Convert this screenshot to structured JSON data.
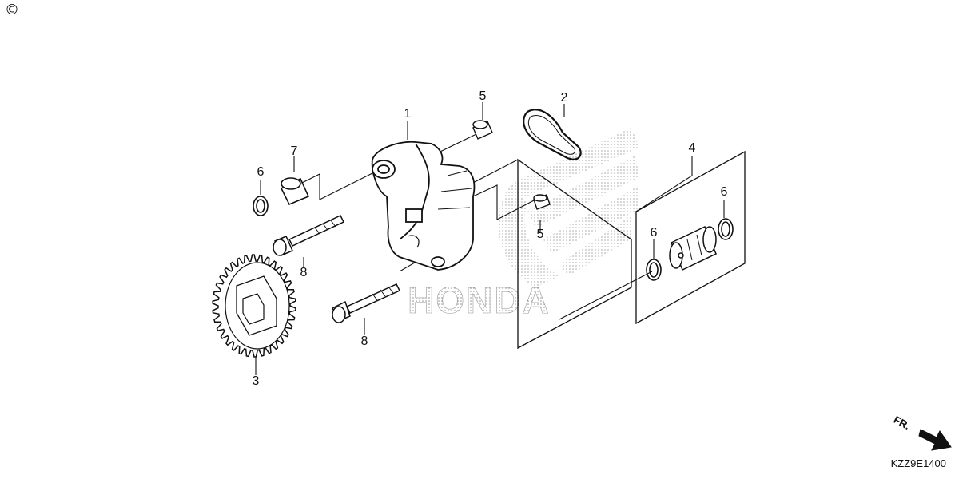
{
  "diagram": {
    "diagram_code": "KZZ9E1400",
    "direction_label": "FR.",
    "watermark_text": "HONDA",
    "copyright_symbol": "©",
    "callouts": [
      {
        "id": "c1",
        "label": "1"
      },
      {
        "id": "c2",
        "label": "2"
      },
      {
        "id": "c3",
        "label": "3"
      },
      {
        "id": "c4",
        "label": "4"
      },
      {
        "id": "c5a",
        "label": "5"
      },
      {
        "id": "c5b",
        "label": "5"
      },
      {
        "id": "c6a",
        "label": "6"
      },
      {
        "id": "c6b",
        "label": "6"
      },
      {
        "id": "c6c",
        "label": "6"
      },
      {
        "id": "c7",
        "label": "7"
      },
      {
        "id": "c8a",
        "label": "8"
      },
      {
        "id": "c8b",
        "label": "8"
      }
    ]
  }
}
